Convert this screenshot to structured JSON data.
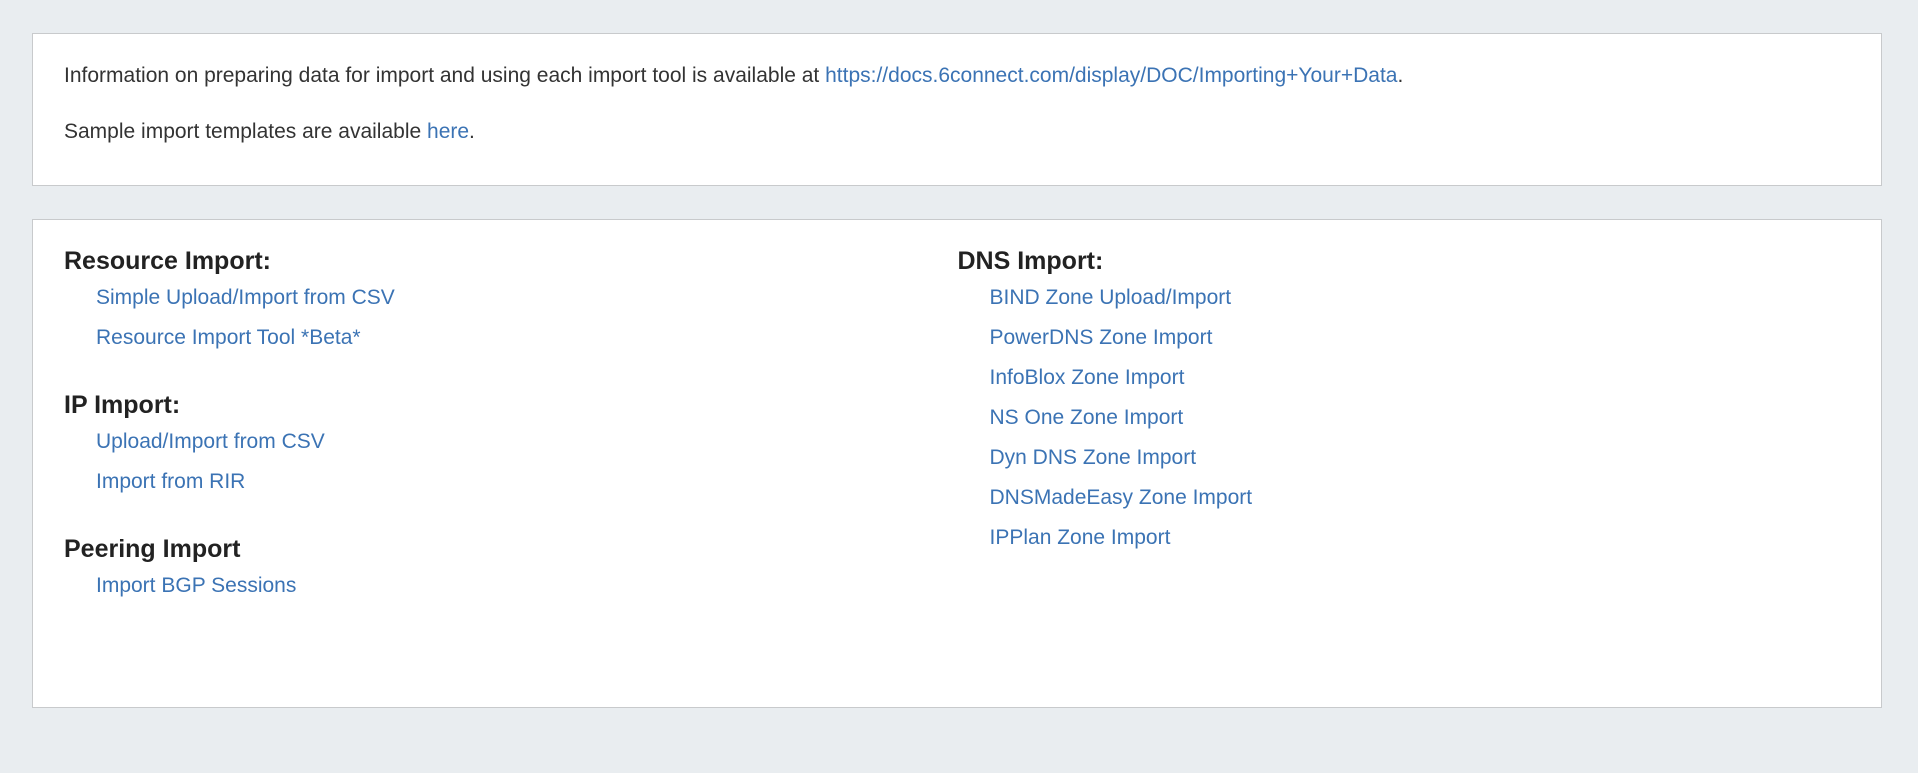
{
  "colors": {
    "page_background": "#e9edf0",
    "box_background": "#ffffff",
    "box_border": "#c8cacc",
    "text": "#333333",
    "heading": "#222222",
    "link": "#3b73b4"
  },
  "info_box": {
    "line1_prefix": "Information on preparing data for import and using each import tool is available at ",
    "line1_link": "https://docs.6connect.com/display/DOC/Importing+Your+Data",
    "line1_suffix": ".",
    "line2_prefix": "Sample import templates are available ",
    "line2_link": "here",
    "line2_suffix": "."
  },
  "import_box": {
    "left_sections": [
      {
        "heading": "Resource Import:",
        "links": [
          "Simple Upload/Import from CSV",
          "Resource Import Tool *Beta*"
        ]
      },
      {
        "heading": "IP Import:",
        "links": [
          "Upload/Import from CSV",
          "Import from RIR"
        ]
      },
      {
        "heading": "Peering Import",
        "links": [
          "Import BGP Sessions"
        ]
      }
    ],
    "right_sections": [
      {
        "heading": "DNS Import:",
        "links": [
          "BIND Zone Upload/Import",
          "PowerDNS Zone Import",
          "InfoBlox Zone Import",
          "NS One Zone Import",
          "Dyn DNS Zone Import",
          "DNSMadeEasy Zone Import",
          "IPPlan Zone Import"
        ]
      }
    ]
  }
}
